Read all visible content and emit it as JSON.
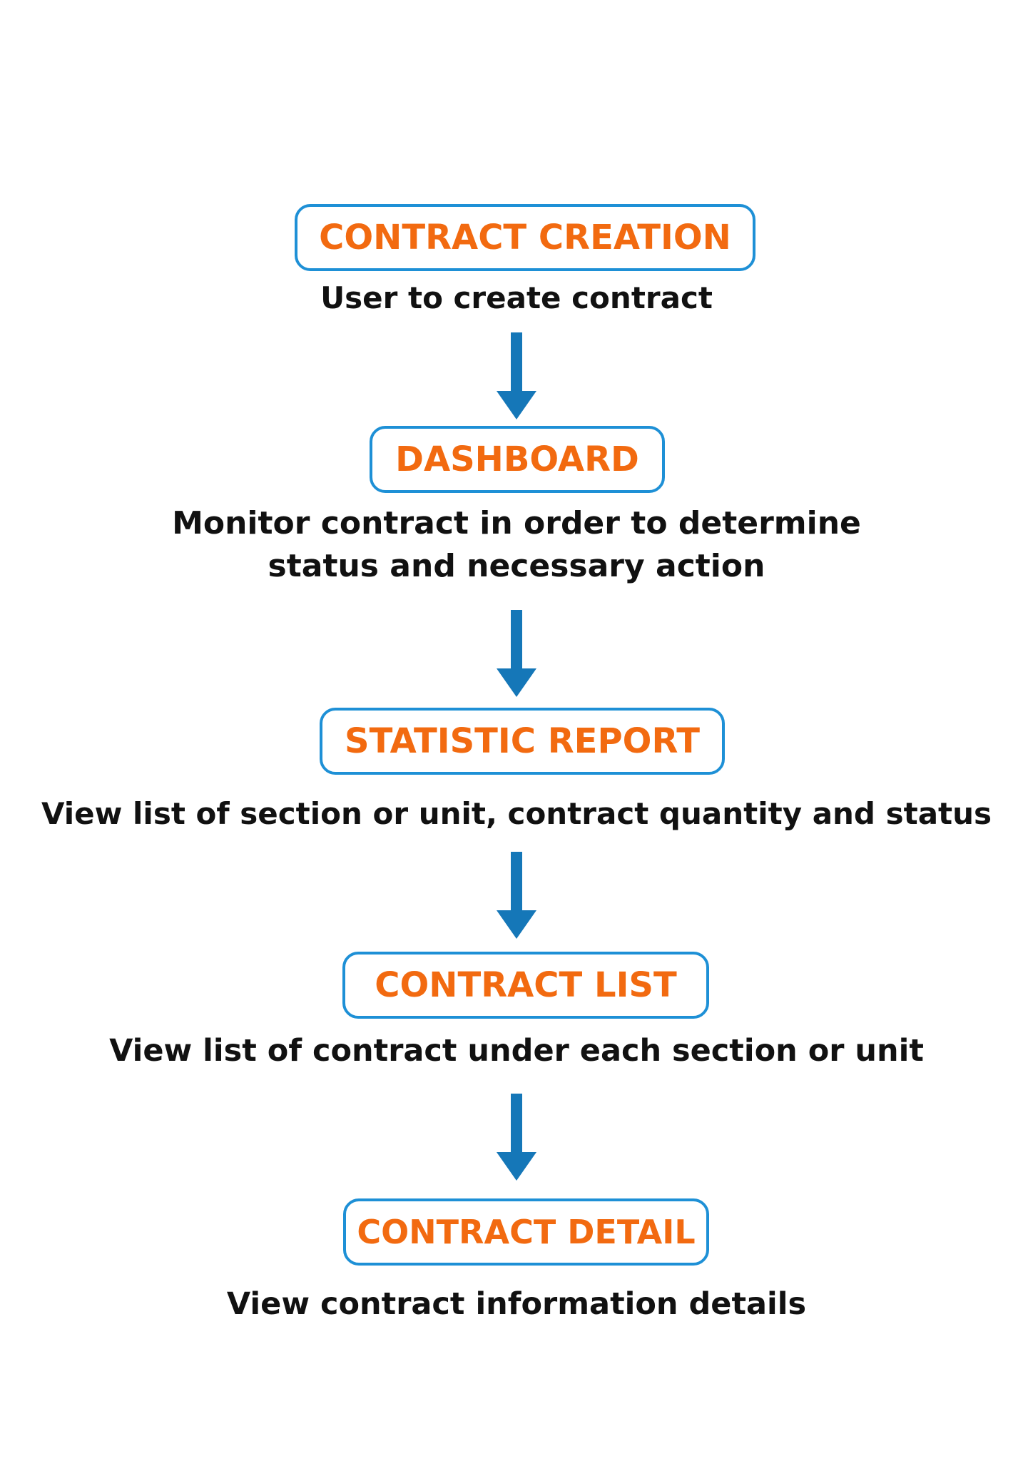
{
  "theme": {
    "box_border": "#1e90d6",
    "title_color": "#f26a10",
    "text_color": "#111111",
    "arrow_color": "#1577b8"
  },
  "icons": {
    "flow_arrow": "arrow-down-icon"
  },
  "steps": [
    {
      "title": "CONTRACT CREATION",
      "description": [
        "User to create contract"
      ]
    },
    {
      "title": "DASHBOARD",
      "description": [
        "Monitor contract in order to determine",
        "status and necessary action"
      ]
    },
    {
      "title": "STATISTIC REPORT",
      "description": [
        "View list of section or unit, contract quantity and status"
      ]
    },
    {
      "title": "CONTRACT LIST",
      "description": [
        "View list of contract under each section or unit"
      ]
    },
    {
      "title": "CONTRACT DETAIL",
      "description": [
        "View contract information details"
      ]
    }
  ]
}
